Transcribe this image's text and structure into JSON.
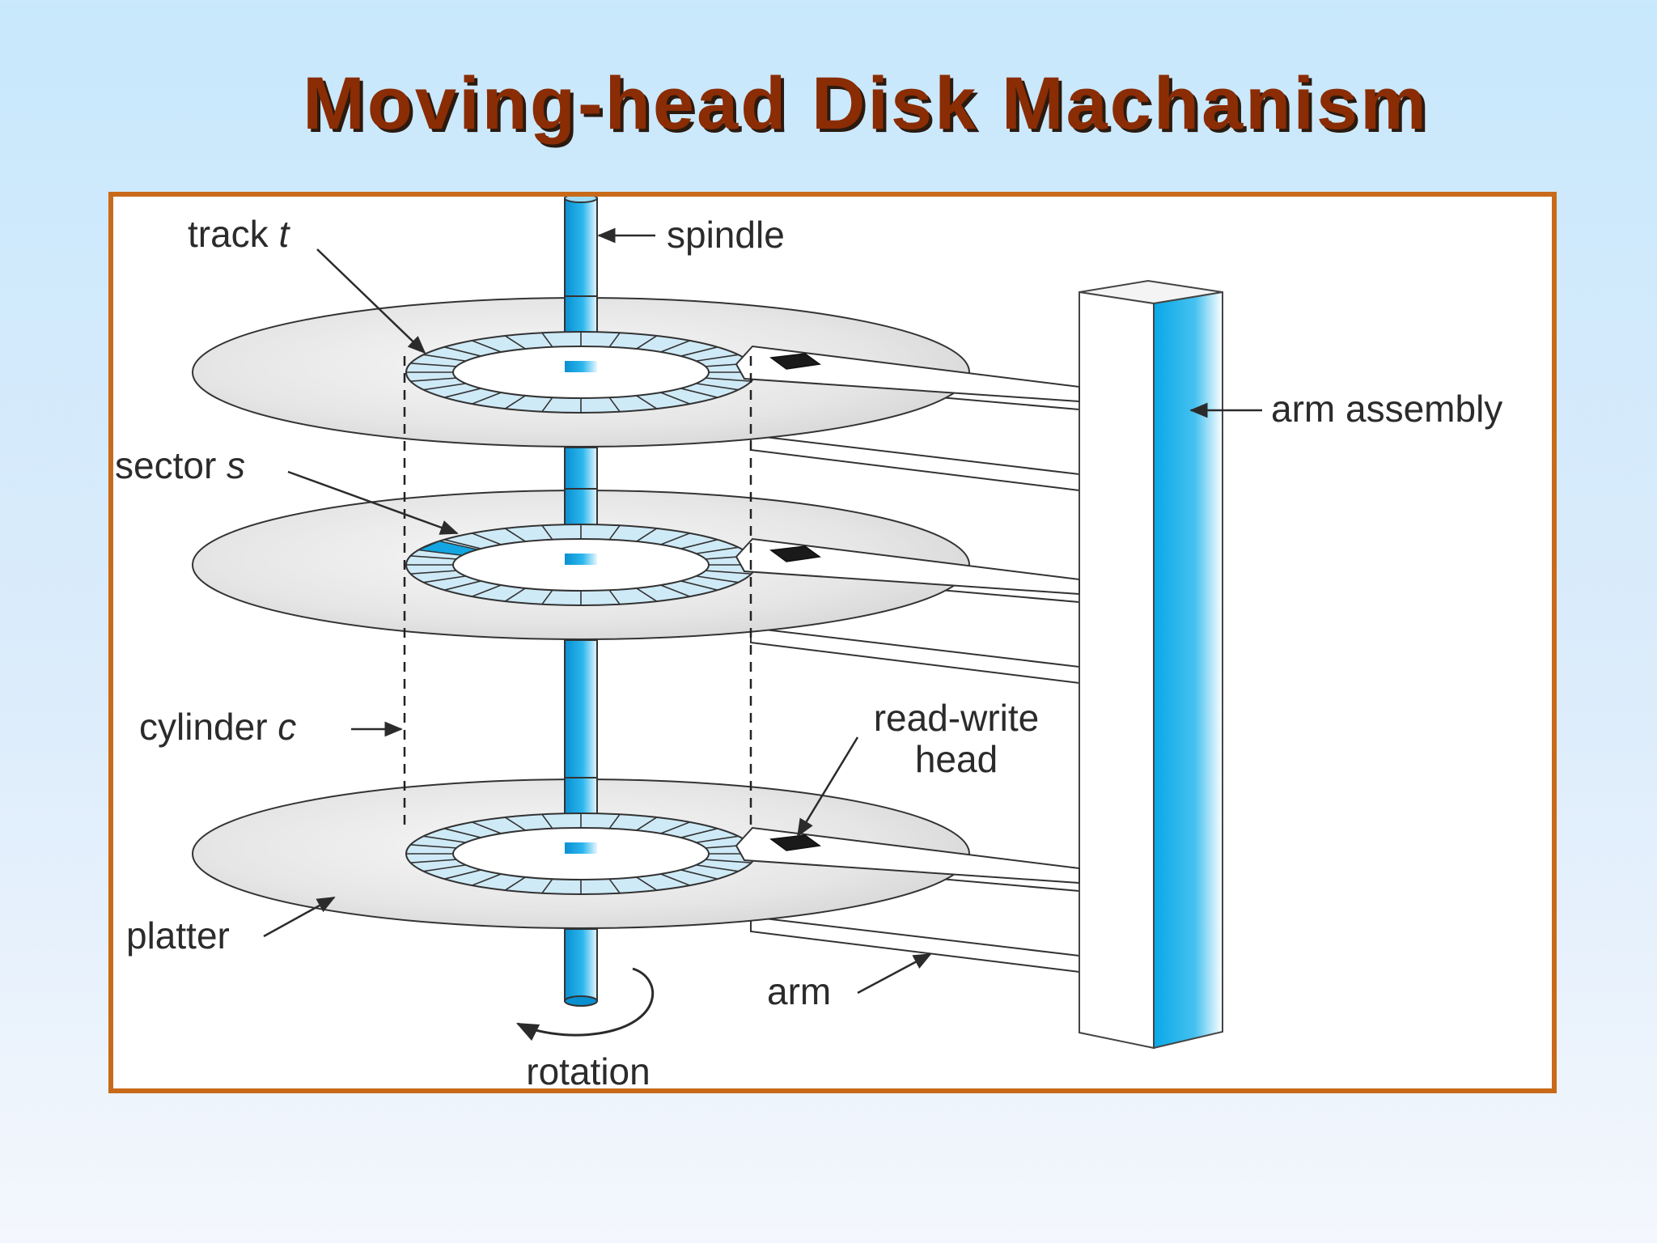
{
  "slide": {
    "title": "Moving-head Disk Machanism"
  },
  "diagram": {
    "labels": {
      "track": "track",
      "track_var": "t",
      "spindle": "spindle",
      "arm_assembly": "arm assembly",
      "sector": "sector",
      "sector_var": "s",
      "cylinder": "cylinder",
      "cylinder_var": "c",
      "read_write_line1": "read-write",
      "read_write_line2": "head",
      "platter": "platter",
      "arm": "arm",
      "rotation": "rotation"
    },
    "colors": {
      "spindle": "#13a6e2",
      "platter": "#d9d9d9",
      "track": "#cfeaf7",
      "sector": "#13a6e2",
      "head": "#1a1a1a",
      "frame": "#c86a1a",
      "title": "#8a2c04"
    }
  }
}
